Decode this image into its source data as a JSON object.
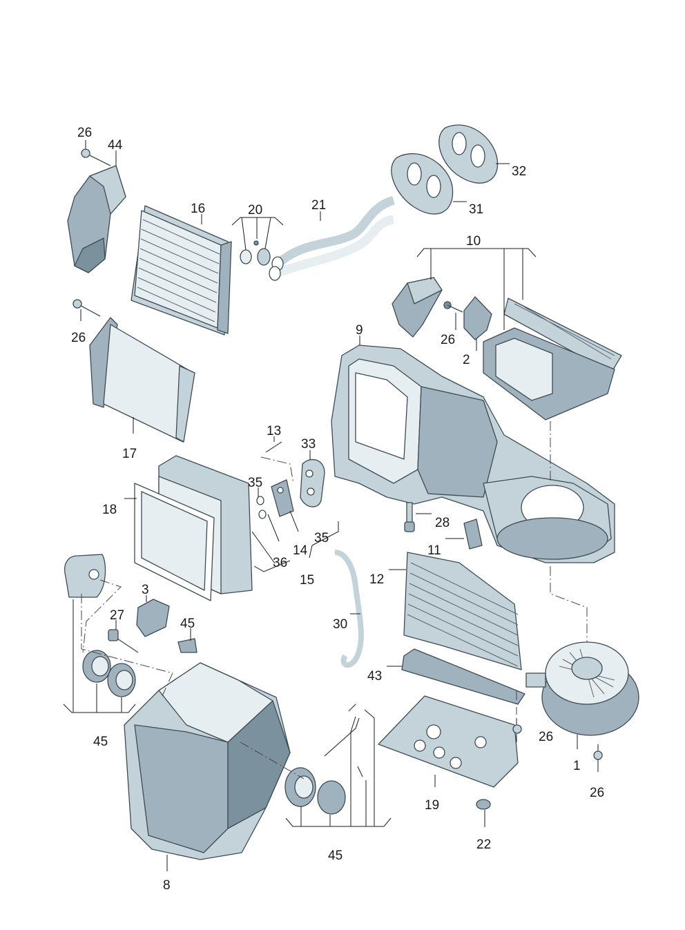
{
  "diagram": {
    "callouts": {
      "c26_a": "26",
      "c44": "44",
      "c16": "16",
      "c20": "20",
      "c21": "21",
      "c32": "32",
      "c31": "31",
      "c10": "10",
      "c26_b": "26",
      "c9": "9",
      "c26_c": "26",
      "c2": "2",
      "c17": "17",
      "c13": "13",
      "c33": "33",
      "c35_a": "35",
      "c18": "18",
      "c28": "28",
      "c35_b": "35",
      "c14": "14",
      "c11": "11",
      "c36": "36",
      "c12": "12",
      "c15": "15",
      "c3": "3",
      "c27": "27",
      "c45_a": "45",
      "c30": "30",
      "c43": "43",
      "c45_b": "45",
      "c26_d": "26",
      "c1": "1",
      "c19": "19",
      "c26_e": "26",
      "c22": "22",
      "c45_c": "45",
      "c8": "8"
    }
  }
}
